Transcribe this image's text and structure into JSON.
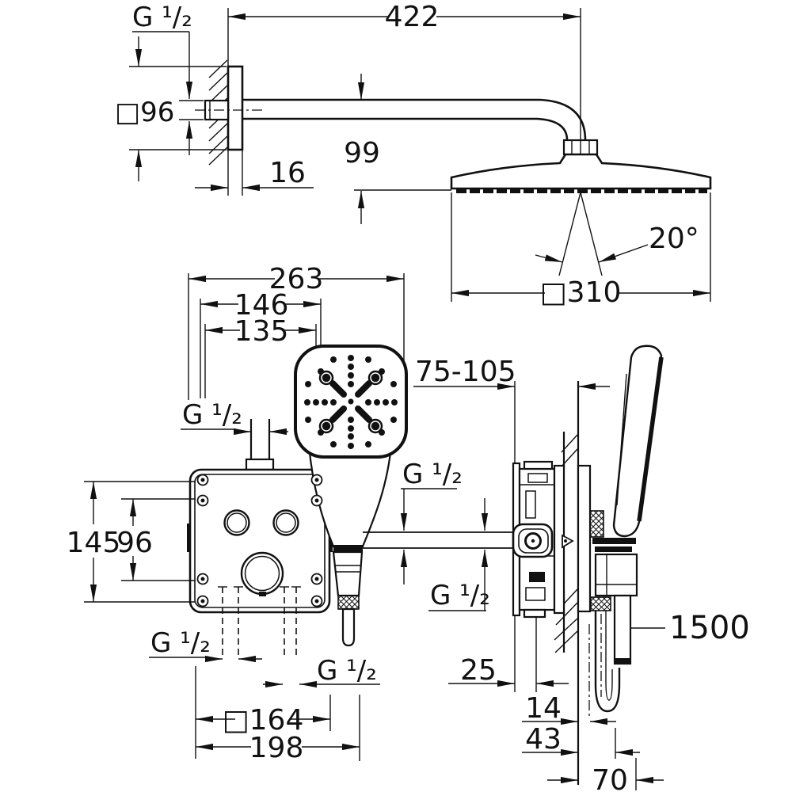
{
  "labels": {
    "g_half": "G ¹/₂",
    "sq96": "□96",
    "d16": "16",
    "d422": "422",
    "d99": "99",
    "deg20": "20°",
    "sq310": "□310",
    "d263": "263",
    "d146": "146",
    "d135": "135",
    "d75_105": "75-105",
    "d145": "145",
    "d96": "96",
    "sq164": "□164",
    "d198": "198",
    "d25": "25",
    "d14": "14",
    "d43": "43",
    "d70": "70",
    "d1500": "1500"
  }
}
